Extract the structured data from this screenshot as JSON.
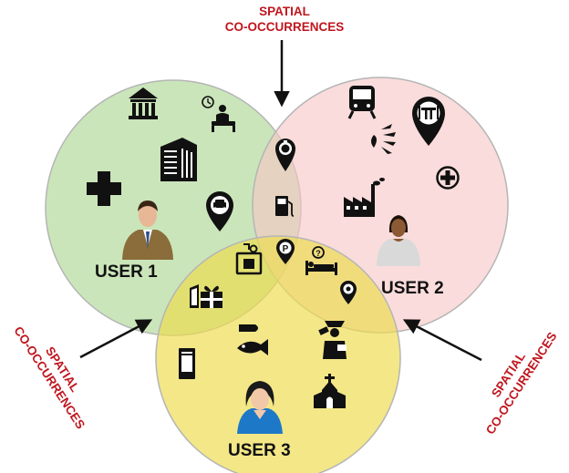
{
  "title": {
    "line1": "SPATIAL",
    "line2": "CO-OCCURRENCES"
  },
  "side_labels": {
    "left": {
      "line1": "SPATIAL",
      "line2": "CO-OCCURRENCES"
    },
    "right": {
      "line1": "SPATIAL",
      "line2": "CO-OCCURRENCES"
    }
  },
  "users": [
    {
      "label": "USER 1",
      "color": "#b6dba0"
    },
    {
      "label": "USER 2",
      "color": "#f6c6c5"
    },
    {
      "label": "USER 3",
      "color": "#eedc4e"
    }
  ],
  "colors": {
    "label_red": "#c0161e",
    "icon": "#111111"
  },
  "icons": [
    "museum-icon",
    "waiting-room-icon",
    "office-building-icon",
    "medical-cross-icon",
    "taxi-pin-icon",
    "watch-pin-icon",
    "gas-station-icon",
    "parking-pin-icon",
    "locker-icon",
    "gift-shop-icon",
    "train-icon",
    "restaurant-pin-icon",
    "sun-rays-icon",
    "hospital-plus-icon",
    "factory-icon",
    "hotel-bed-icon",
    "pin-icon",
    "phone-icon",
    "fish-icon",
    "police-icon",
    "church-icon"
  ]
}
